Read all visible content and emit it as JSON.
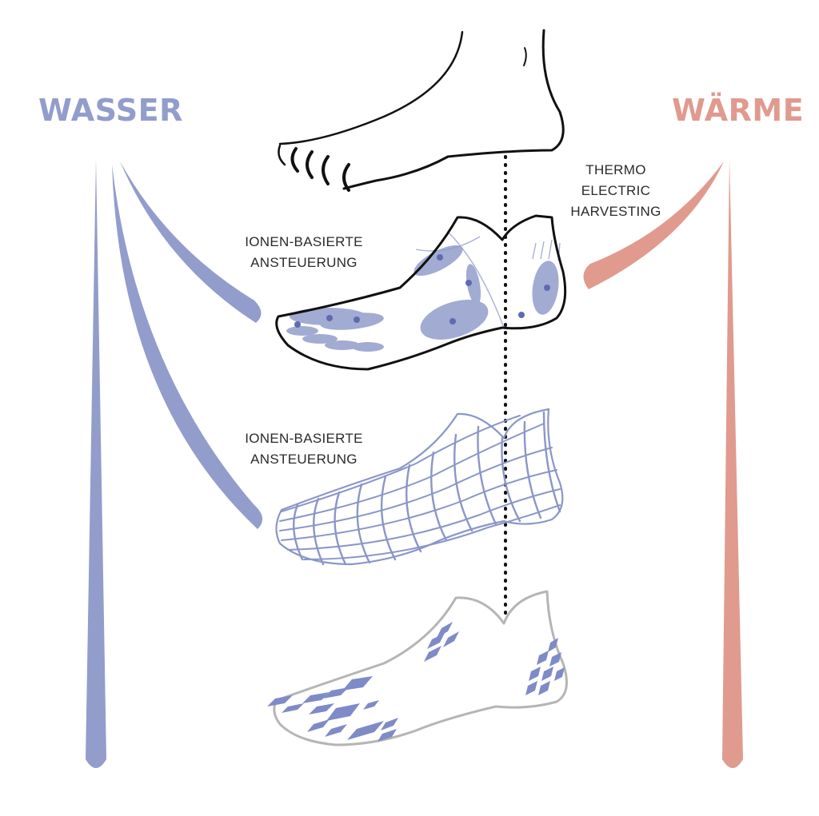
{
  "titles": {
    "water": "WASSER",
    "heat": "WÄRME"
  },
  "labels": {
    "ion_control_1": [
      "IONEN-BASIERTE",
      "ANSTEUERUNG"
    ],
    "ion_control_2": [
      "IONEN-BASIERTE",
      "ANSTEUERUNG"
    ],
    "thermo": [
      "THERMO",
      "ELECTRIC",
      "HARVESTING"
    ]
  },
  "colors": {
    "water": "#929dcb",
    "heat": "#e09a8e",
    "ink": "#111111",
    "sole_gray": "#b5b5b5"
  }
}
